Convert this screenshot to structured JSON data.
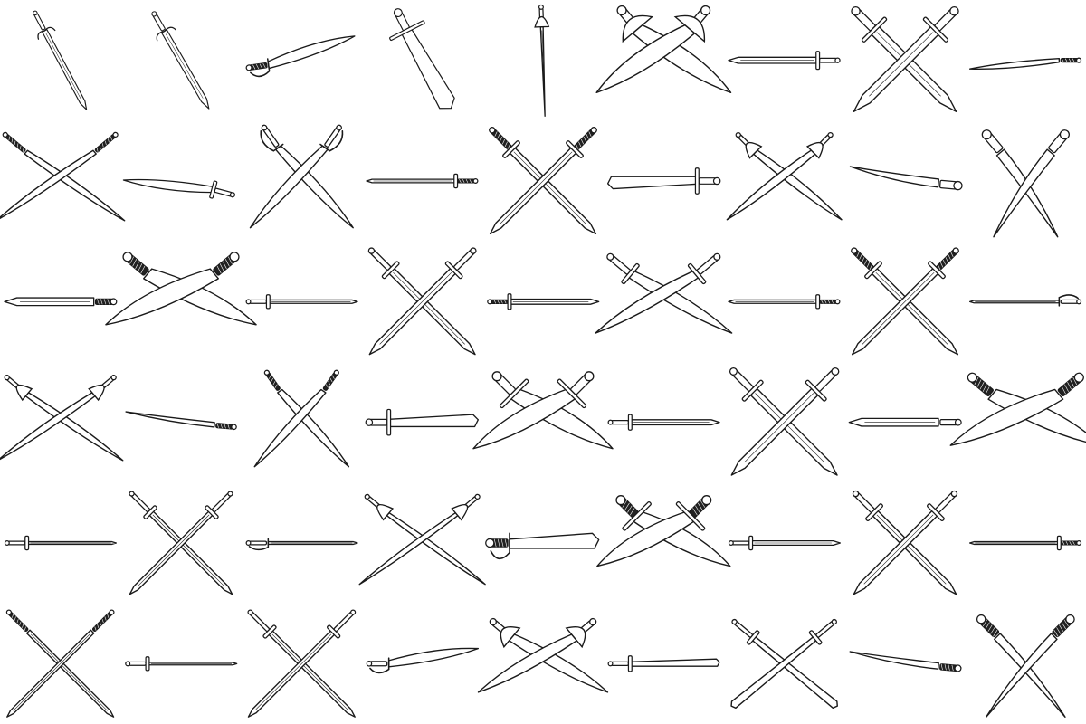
{
  "sheet": {
    "title": "",
    "background": "#ffffff",
    "ink": "#1a1a1a",
    "blade_fill": "#ffffff",
    "grip_fill": "#222222"
  },
  "grid": {
    "rows": 6,
    "cols": 9
  },
  "swords": [
    {
      "name": "elven-sword-icon",
      "style": "single",
      "kind": "straight",
      "angle": -62,
      "len": 150,
      "w": 7,
      "grip": "light",
      "guard": "wing"
    },
    {
      "name": "ornate-longsword-icon",
      "style": "single",
      "kind": "straight",
      "angle": -60,
      "len": 150,
      "w": 8,
      "grip": "light",
      "guard": "wing"
    },
    {
      "name": "scimitar-icon",
      "style": "single",
      "kind": "curved",
      "angle": 8,
      "len": 130,
      "w": 8,
      "grip": "dark",
      "guard": "hook"
    },
    {
      "name": "fantasy-cleaver-icon",
      "style": "single",
      "kind": "cleaver",
      "angle": -63,
      "len": 140,
      "w": 16,
      "grip": "light",
      "guard": "bar"
    },
    {
      "name": "rapier-icon",
      "style": "single",
      "kind": "rapier",
      "angle": -88,
      "len": 130,
      "w": 3,
      "grip": "light",
      "guard": "cup"
    },
    {
      "name": "crossed-cutlasses-icon",
      "style": "cross",
      "kind": "curved",
      "angle": -50,
      "len": 150,
      "w": 14,
      "grip": "light",
      "guard": "cup"
    },
    {
      "name": "short-sword-icon",
      "style": "single",
      "kind": "straight",
      "angle": 180,
      "len": 130,
      "w": 7,
      "grip": "light",
      "guard": "bar"
    },
    {
      "name": "crossed-broadswords-icon",
      "style": "cross",
      "kind": "straight",
      "angle": -45,
      "len": 160,
      "w": 12,
      "grip": "light",
      "guard": "bar"
    },
    {
      "name": "katana-icon",
      "style": "single",
      "kind": "curved",
      "angle": 180,
      "len": 125,
      "w": 4,
      "grip": "dark",
      "guard": "none"
    },
    {
      "name": "crossed-katanas-icon",
      "style": "cross",
      "kind": "curved",
      "angle": -40,
      "len": 165,
      "w": 5,
      "grip": "dark",
      "guard": "none"
    },
    {
      "name": "shamshir-icon",
      "style": "single",
      "kind": "curved",
      "angle": 165,
      "len": 135,
      "w": 7,
      "grip": "light",
      "guard": "bar"
    },
    {
      "name": "crossed-shamshirs-icon",
      "style": "cross",
      "kind": "curved",
      "angle": -55,
      "len": 150,
      "w": 7,
      "grip": "light",
      "guard": "hook"
    },
    {
      "name": "arming-sword-icon",
      "style": "single",
      "kind": "straight",
      "angle": 180,
      "len": 130,
      "w": 4,
      "grip": "dark",
      "guard": "bar"
    },
    {
      "name": "crossed-longswords-icon",
      "style": "cross",
      "kind": "straight",
      "angle": -45,
      "len": 165,
      "w": 8,
      "grip": "dark",
      "guard": "bar"
    },
    {
      "name": "dao-sword-icon",
      "style": "single",
      "kind": "cleaver",
      "angle": 180,
      "len": 130,
      "w": 10,
      "grip": "light",
      "guard": "bar"
    },
    {
      "name": "crossed-sabres-icon",
      "style": "cross",
      "kind": "curved",
      "angle": -45,
      "len": 150,
      "w": 6,
      "grip": "light",
      "guard": "cup"
    },
    {
      "name": "kukri-icon",
      "style": "single",
      "kind": "kukri",
      "angle": 175,
      "len": 125,
      "w": 12,
      "grip": "light",
      "guard": "none"
    },
    {
      "name": "crossed-kukris-icon",
      "style": "cross",
      "kind": "kukri",
      "angle": -50,
      "len": 140,
      "w": 14,
      "grip": "light",
      "guard": "none"
    },
    {
      "name": "machete-icon",
      "style": "single",
      "kind": "straight",
      "angle": 180,
      "len": 130,
      "w": 9,
      "grip": "dark",
      "guard": "none"
    },
    {
      "name": "crossed-machetes-icon",
      "style": "cross",
      "kind": "curved",
      "angle": -40,
      "len": 160,
      "w": 14,
      "grip": "dark",
      "guard": "none"
    },
    {
      "name": "gladius-icon",
      "style": "single",
      "kind": "straight",
      "angle": 0,
      "len": 130,
      "w": 4,
      "grip": "light",
      "guard": "bar"
    },
    {
      "name": "crossed-greatswords-icon",
      "style": "cross",
      "kind": "straight",
      "angle": -45,
      "len": 165,
      "w": 8,
      "grip": "light",
      "guard": "bar"
    },
    {
      "name": "falcata-icon",
      "style": "single",
      "kind": "straight",
      "angle": 0,
      "len": 130,
      "w": 6,
      "grip": "dark",
      "guard": "bar"
    },
    {
      "name": "crossed-falchions-icon",
      "style": "cross",
      "kind": "curved",
      "angle": -40,
      "len": 160,
      "w": 9,
      "grip": "light",
      "guard": "bar"
    },
    {
      "name": "bastard-sword-icon",
      "style": "single",
      "kind": "straight",
      "angle": 180,
      "len": 130,
      "w": 4,
      "grip": "dark",
      "guard": "bar"
    },
    {
      "name": "crossed-arming-swords-icon",
      "style": "cross",
      "kind": "straight",
      "angle": -45,
      "len": 165,
      "w": 8,
      "grip": "dark",
      "guard": "bar"
    },
    {
      "name": "sabre-icon",
      "style": "single",
      "kind": "straight",
      "angle": 180,
      "len": 130,
      "w": 3,
      "grip": "light",
      "guard": "hook"
    },
    {
      "name": "crossed-cavalry-sabres-icon",
      "style": "cross",
      "kind": "curved",
      "angle": -40,
      "len": 160,
      "w": 5,
      "grip": "light",
      "guard": "cup"
    },
    {
      "name": "khopesh-icon",
      "style": "single",
      "kind": "kukri",
      "angle": 175,
      "len": 125,
      "w": 7,
      "grip": "dark",
      "guard": "none"
    },
    {
      "name": "crossed-talwars-icon",
      "style": "cross",
      "kind": "curved",
      "angle": -55,
      "len": 140,
      "w": 6,
      "grip": "dark",
      "guard": "none"
    },
    {
      "name": "serrated-sword-icon",
      "style": "single",
      "kind": "cleaver",
      "angle": 0,
      "len": 130,
      "w": 10,
      "grip": "light",
      "guard": "bar"
    },
    {
      "name": "crossed-scimitars-icon",
      "style": "cross",
      "kind": "curved",
      "angle": -45,
      "len": 150,
      "w": 14,
      "grip": "light",
      "guard": "bar"
    },
    {
      "name": "viking-sword-icon",
      "style": "single",
      "kind": "straight",
      "angle": 0,
      "len": 130,
      "w": 6,
      "grip": "light",
      "guard": "bar"
    },
    {
      "name": "crossed-viking-swords-icon",
      "style": "cross",
      "kind": "straight",
      "angle": -45,
      "len": 165,
      "w": 10,
      "grip": "light",
      "guard": "bar"
    },
    {
      "name": "parang-icon",
      "style": "single",
      "kind": "straight",
      "angle": 180,
      "len": 130,
      "w": 9,
      "grip": "light",
      "guard": "none"
    },
    {
      "name": "crossed-parangs-icon",
      "style": "cross",
      "kind": "curved",
      "angle": -40,
      "len": 160,
      "w": 14,
      "grip": "dark",
      "guard": "none"
    },
    {
      "name": "estoc-icon",
      "style": "single",
      "kind": "straight",
      "angle": 0,
      "len": 130,
      "w": 3,
      "grip": "light",
      "guard": "bar"
    },
    {
      "name": "crossed-estocs-icon",
      "style": "cross",
      "kind": "straight",
      "angle": -45,
      "len": 160,
      "w": 6,
      "grip": "light",
      "guard": "bar"
    },
    {
      "name": "cavalry-sabre-icon",
      "style": "single",
      "kind": "straight",
      "angle": 0,
      "len": 130,
      "w": 3,
      "grip": "light",
      "guard": "hook"
    },
    {
      "name": "crossed-cavalry-swords-icon",
      "style": "cross",
      "kind": "curved",
      "angle": -40,
      "len": 165,
      "w": 4,
      "grip": "light",
      "guard": "cup"
    },
    {
      "name": "bowie-knife-icon",
      "style": "single",
      "kind": "cleaver",
      "angle": 0,
      "len": 125,
      "w": 12,
      "grip": "dark",
      "guard": "hook"
    },
    {
      "name": "crossed-bowie-knives-icon",
      "style": "cross",
      "kind": "curved",
      "angle": -45,
      "len": 140,
      "w": 14,
      "grip": "dark",
      "guard": "bar"
    },
    {
      "name": "xiphos-icon",
      "style": "single",
      "kind": "straight",
      "angle": 0,
      "len": 130,
      "w": 5,
      "grip": "light",
      "guard": "bar"
    },
    {
      "name": "crossed-xiphos-icon",
      "style": "cross",
      "kind": "straight",
      "angle": -45,
      "len": 160,
      "w": 8,
      "grip": "light",
      "guard": "bar"
    },
    {
      "name": "ninjato-icon",
      "style": "single",
      "kind": "straight",
      "angle": 180,
      "len": 130,
      "w": 3,
      "grip": "dark",
      "guard": "bar"
    },
    {
      "name": "crossed-ninjatos-icon",
      "style": "cross",
      "kind": "straight",
      "angle": -45,
      "len": 170,
      "w": 5,
      "grip": "dark",
      "guard": "none"
    },
    {
      "name": "claymore-icon",
      "style": "single",
      "kind": "straight",
      "angle": 0,
      "len": 130,
      "w": 3,
      "grip": "light",
      "guard": "bar"
    },
    {
      "name": "crossed-claymores-icon",
      "style": "cross",
      "kind": "straight",
      "angle": -45,
      "len": 170,
      "w": 6,
      "grip": "light",
      "guard": "bar"
    },
    {
      "name": "cutlass-icon",
      "style": "single",
      "kind": "curved",
      "angle": 0,
      "len": 125,
      "w": 7,
      "grip": "light",
      "guard": "hook"
    },
    {
      "name": "crossed-pirate-cutlasses-icon",
      "style": "cross",
      "kind": "curved",
      "angle": -40,
      "len": 150,
      "w": 9,
      "grip": "light",
      "guard": "cup"
    },
    {
      "name": "hook-sword-icon",
      "style": "single",
      "kind": "cleaver",
      "angle": 0,
      "len": 130,
      "w": 6,
      "grip": "light",
      "guard": "bar"
    },
    {
      "name": "crossed-hook-swords-icon",
      "style": "cross",
      "kind": "cleaver",
      "angle": -40,
      "len": 150,
      "w": 6,
      "grip": "light",
      "guard": "bar"
    },
    {
      "name": "yatagan-icon",
      "style": "single",
      "kind": "kukri",
      "angle": 175,
      "len": 125,
      "w": 9,
      "grip": "dark",
      "guard": "none"
    },
    {
      "name": "crossed-yatagans-icon",
      "style": "cross",
      "kind": "kukri",
      "angle": -45,
      "len": 145,
      "w": 12,
      "grip": "dark",
      "guard": "none"
    }
  ]
}
